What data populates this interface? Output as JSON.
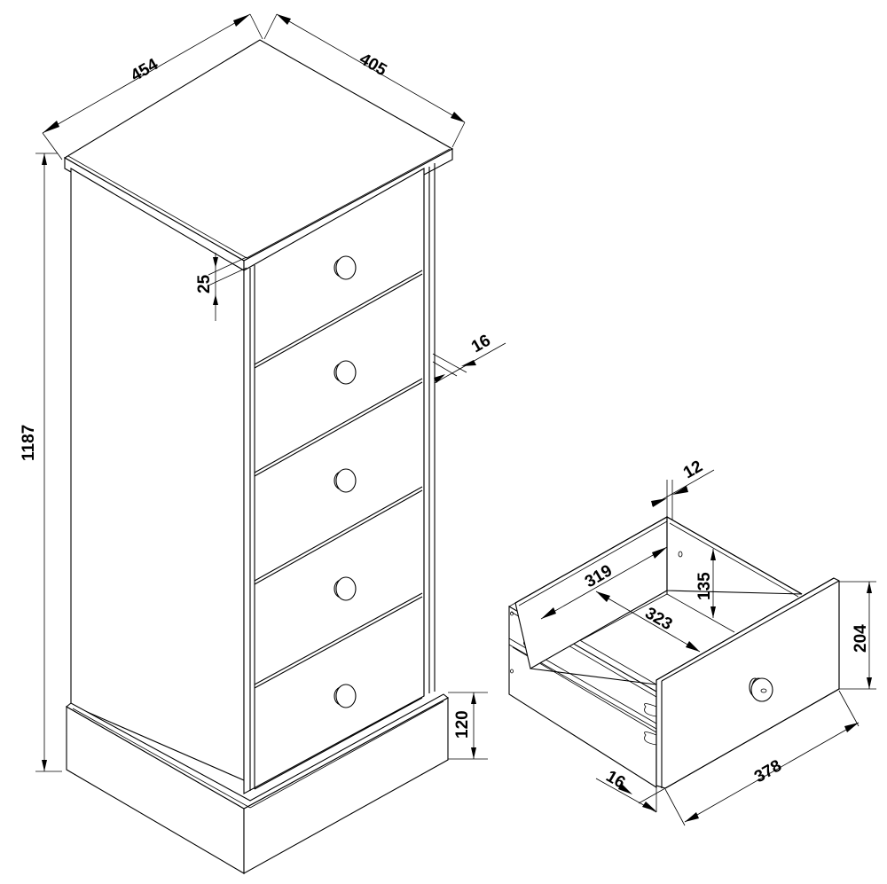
{
  "diagram": {
    "subject": "Tall chest of drawers with detail of a single drawer",
    "units": "mm",
    "chest": {
      "drawer_count": 5,
      "dimensions": {
        "width": "454",
        "depth": "405",
        "height": "1187",
        "top_thickness": "25",
        "side_panel_thickness": "16",
        "plinth_height": "120"
      }
    },
    "drawer_detail": {
      "dimensions": {
        "side_thickness": "12",
        "inner_width": "319",
        "inner_depth": "323",
        "inner_height": "135",
        "front_height": "204",
        "front_width": "378",
        "front_thickness": "16"
      }
    },
    "colors": {
      "line": "#000000",
      "background": "#ffffff"
    }
  }
}
